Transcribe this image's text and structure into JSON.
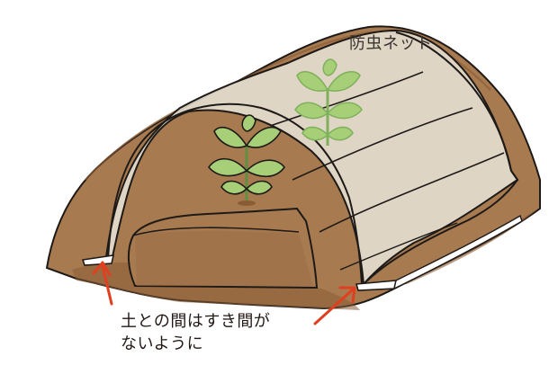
{
  "labels": {
    "net": "防虫ネット",
    "caption_line1": "土との間はすき間が",
    "caption_line2": "ないように"
  },
  "colors": {
    "soil": "#a87a50",
    "soil_dark": "#8a5c36",
    "soil_light": "#bd9266",
    "net": "#ece9df",
    "net_shadow": "#dcd7c9",
    "leaf": "#a6cf78",
    "leaf_dark": "#7fb05a",
    "arrow": "#e0401f",
    "outline": "#1e1a17",
    "background": "#ffffff"
  },
  "icons": [
    "seedling-icon",
    "up-arrow-icon"
  ]
}
